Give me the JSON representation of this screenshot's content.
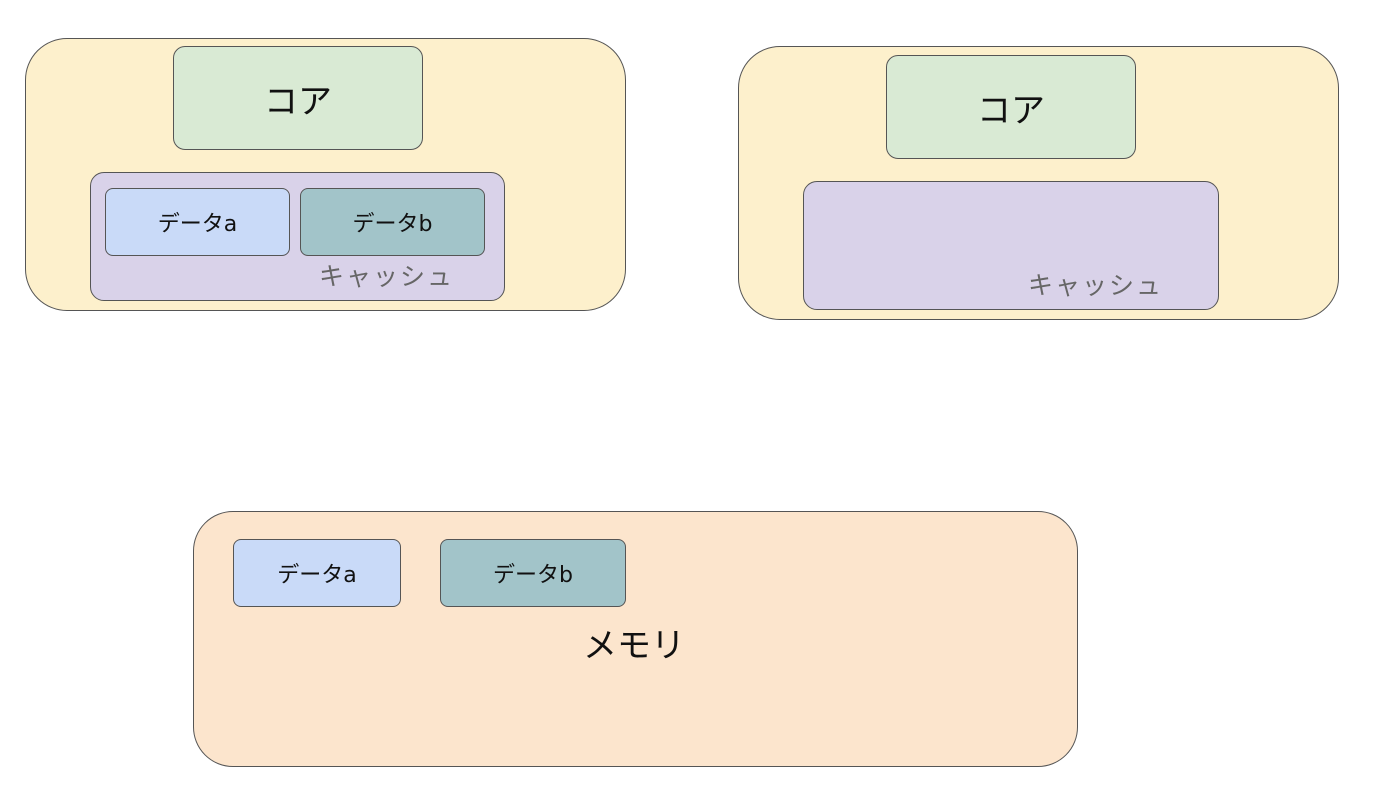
{
  "cpu_left": {
    "core_label": "コア",
    "cache_label": "キャッシュ",
    "data_a_label": "データa",
    "data_b_label": "データb"
  },
  "cpu_right": {
    "core_label": "コア",
    "cache_label": "キャッシュ"
  },
  "memory": {
    "label": "メモリ",
    "data_a_label": "データa",
    "data_b_label": "データb"
  },
  "colors": {
    "cpu_fill": "#fdf0cc",
    "core_fill": "#d9ead4",
    "cache_fill": "#d9d2e9",
    "data_a_fill": "#c9daf8",
    "data_b_fill": "#a2c4c9",
    "memory_fill": "#fce5cd",
    "outline": "#555555"
  }
}
